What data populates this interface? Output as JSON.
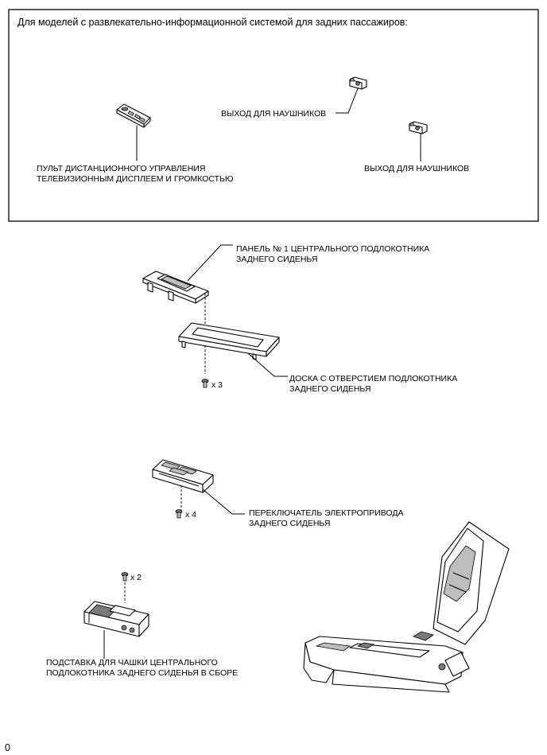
{
  "header_note": "Для моделей с развлекательно-информационной системой для задних пассажиров:",
  "labels": {
    "remote_line1": "ПУЛЬТ ДИСТАНЦИОННОГО УПРАВЛЕНИЯ",
    "remote_line2": "ТЕЛЕВИЗИОННЫМ ДИСПЛЕЕМ И ГРОМКОСТЬЮ",
    "headphone_out_1": "ВЫХОД ДЛЯ НАУШНИКОВ",
    "headphone_out_2": "ВЫХОД ДЛЯ НАУШНИКОВ",
    "panel1_line1": "ПАНЕЛЬ № 1 ЦЕНТРАЛЬНОГО ПОДЛОКОТНИКА",
    "panel1_line2": "ЗАДНЕГО СИДЕНЬЯ",
    "board_line1": "ДОСКА С ОТВЕРСТИЕМ ПОДЛОКОТНИКА",
    "board_line2": "ЗАДНЕГО СИДЕНЬЯ",
    "switch_line1": "ПЕРЕКЛЮЧАТЕЛЬ ЭЛЕКТРОПРИВОДА",
    "switch_line2": "ЗАДНЕГО СИДЕНЬЯ",
    "cup_line1": "ПОДСТАВКА ДЛЯ ЧАШКИ ЦЕНТРАЛЬНОГО",
    "cup_line2": "ПОДЛОКОТНИКА ЗАДНЕГО СИДЕНЬЯ В СБОРЕ"
  },
  "quantities": {
    "board_screws": "x 3",
    "switch_screws": "x 4",
    "cup_screws": "x 2"
  },
  "page_marker": "0"
}
